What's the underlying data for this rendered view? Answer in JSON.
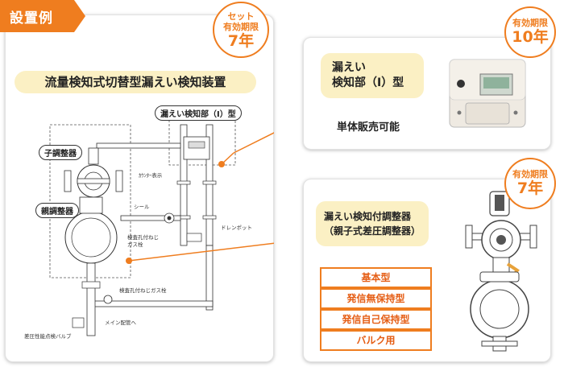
{
  "example_tab": {
    "label": "設置例"
  },
  "badge_set": {
    "line1": "セット",
    "line2": "有効期限",
    "line3": "7年"
  },
  "main_title": "流量検知式切替型漏えい検知装置",
  "diagram_labels": {
    "detector_part": "漏えい検知部（Ⅰ）型",
    "child_regulator": "子調整器",
    "parent_regulator": "親調整器",
    "counter_display": "ｶｳﾝﾀｰ表示",
    "seal": "シール",
    "drain_pot": "ドレンポット",
    "inspection_valve": "検査孔付ねじ\nガス栓",
    "inspection_valve2": "検査孔付ねじガス栓",
    "main_pipe": "メイン配管へ",
    "pressure_valve": "差圧性能点検バルブ"
  },
  "panel_detector": {
    "title_line1": "漏えい",
    "title_line2": "検知部（Ⅰ）型",
    "note": "単体販売可能",
    "badge": {
      "line1": "有効期限",
      "line2": "10年"
    }
  },
  "panel_regulator": {
    "title_line1": "漏えい検知付調整器",
    "title_line2": "（親子式差圧調整器）",
    "badge": {
      "line1": "有効期限",
      "line2": "7年"
    },
    "types": [
      "基本型",
      "発信無保持型",
      "発信自己保持型",
      "バルク用"
    ]
  },
  "colors": {
    "accent": "#ef7d1f",
    "pill": "#fbf0c4",
    "tab": "#ef7d1f"
  }
}
